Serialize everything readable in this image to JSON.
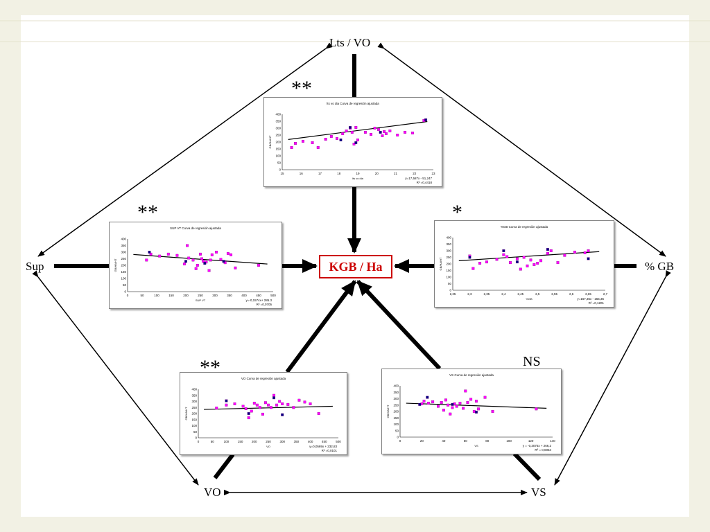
{
  "nodes": {
    "top": "Lts / VO",
    "left": "Sup",
    "right": "% GB",
    "bottom_left": "VO",
    "bottom_right": "VS",
    "center": "KGB / Ha"
  },
  "significance": {
    "top": "**",
    "left": "**",
    "right": "*",
    "bottom_left": "**",
    "bottom_right": "NS"
  },
  "colors": {
    "background": "#f2f1e4",
    "center_border": "#cc0000",
    "center_text": "#cc0000",
    "point_primary": "#ff00ff",
    "point_secondary": "#000080",
    "trend_line": "#000000"
  },
  "chart_data": [
    {
      "id": "lts-vo",
      "type": "scatter",
      "title": "lts vo dia Curva de regresión ajustada",
      "xlabel": "lts vo dia",
      "ylabel": "GB/HA/HT",
      "xlim": [
        15,
        23
      ],
      "ylim": [
        0,
        400
      ],
      "xticks": [
        "15",
        "16",
        "17",
        "18",
        "19",
        "20",
        "21",
        "22",
        "23"
      ],
      "yticks": [
        "0",
        "50",
        "100",
        "150",
        "200",
        "250",
        "300",
        "350",
        "400"
      ],
      "equation": "y=17,587x - 51,247",
      "r2": "R² =0,4418",
      "trend": {
        "slope": 17.587,
        "intercept": -51.247
      },
      "series": [
        {
          "values": [
            [
              15.5,
              160
            ],
            [
              15.7,
              190
            ],
            [
              16.1,
              205
            ],
            [
              16.6,
              195
            ],
            [
              16.9,
              160
            ],
            [
              17.3,
              220
            ],
            [
              17.6,
              240
            ],
            [
              17.9,
              225
            ],
            [
              18.2,
              260
            ],
            [
              18.4,
              280
            ],
            [
              18.6,
              300
            ],
            [
              18.7,
              270
            ],
            [
              18.8,
              185
            ],
            [
              18.9,
              305
            ],
            [
              19.0,
              215
            ],
            [
              19.4,
              270
            ],
            [
              19.7,
              255
            ],
            [
              19.9,
              300
            ],
            [
              20.1,
              290
            ],
            [
              20.3,
              245
            ],
            [
              20.4,
              275
            ],
            [
              20.5,
              260
            ],
            [
              20.7,
              280
            ],
            [
              21.1,
              250
            ],
            [
              21.5,
              270
            ],
            [
              21.9,
              265
            ],
            [
              22.5,
              355
            ]
          ]
        },
        {
          "values": [
            [
              18.1,
              215
            ],
            [
              18.6,
              305
            ],
            [
              18.9,
              195
            ],
            [
              20.2,
              270
            ],
            [
              22.6,
              360
            ]
          ]
        }
      ]
    },
    {
      "id": "sup",
      "type": "scatter",
      "title": "SUP VT Curva de regresión ajustada",
      "xlabel": "SUP VT",
      "ylabel": "GB/HA/HT",
      "xlim": [
        0,
        500
      ],
      "ylim": [
        0,
        400
      ],
      "xticks": [
        "0",
        "50",
        "100",
        "150",
        "200",
        "250",
        "300",
        "350",
        "400",
        "450",
        "500"
      ],
      "yticks": [
        "0",
        "50",
        "100",
        "150",
        "200",
        "250",
        "300",
        "350",
        "400"
      ],
      "equation": "y=-0,1574x+ 285.3",
      "r2": "R² =0,0705",
      "trend": {
        "slope": -0.1574,
        "intercept": 285.3
      },
      "series": [
        {
          "values": [
            [
              65,
              240
            ],
            [
              80,
              285
            ],
            [
              110,
              270
            ],
            [
              140,
              285
            ],
            [
              170,
              275
            ],
            [
              195,
              210
            ],
            [
              205,
              350
            ],
            [
              210,
              255
            ],
            [
              225,
              240
            ],
            [
              235,
              175
            ],
            [
              240,
              200
            ],
            [
              250,
              285
            ],
            [
              255,
              250
            ],
            [
              260,
              230
            ],
            [
              270,
              225
            ],
            [
              280,
              160
            ],
            [
              285,
              240
            ],
            [
              290,
              280
            ],
            [
              305,
              300
            ],
            [
              320,
              245
            ],
            [
              335,
              220
            ],
            [
              345,
              290
            ],
            [
              355,
              280
            ],
            [
              370,
              180
            ],
            [
              450,
              200
            ]
          ]
        },
        {
          "values": [
            [
              75,
              300
            ],
            [
              200,
              230
            ],
            [
              265,
              215
            ],
            [
              330,
              230
            ]
          ]
        }
      ]
    },
    {
      "id": "gb",
      "type": "scatter",
      "title": "%GB Curva de regresión ajustada",
      "xlabel": "%GB",
      "ylabel": "GB/HA/HT",
      "xlim": [
        2.25,
        2.7
      ],
      "ylim": [
        0,
        400
      ],
      "xticks": [
        "2,25",
        "2,3",
        "2,35",
        "2,4",
        "2,45",
        "2,5",
        "2,55",
        "2,6",
        "2,65",
        "2,7"
      ],
      "yticks": [
        "0",
        "50",
        "100",
        "150",
        "200",
        "250",
        "300",
        "350",
        "400"
      ],
      "equation": "y=167,35x - 155,35",
      "r2": "R² =0,1201",
      "trend": {
        "slope": 167.35,
        "intercept": -155.35
      },
      "series": [
        {
          "values": [
            [
              2.3,
              260
            ],
            [
              2.31,
              165
            ],
            [
              2.33,
              205
            ],
            [
              2.35,
              215
            ],
            [
              2.38,
              235
            ],
            [
              2.4,
              270
            ],
            [
              2.41,
              255
            ],
            [
              2.42,
              210
            ],
            [
              2.44,
              240
            ],
            [
              2.45,
              160
            ],
            [
              2.46,
              250
            ],
            [
              2.47,
              185
            ],
            [
              2.48,
              230
            ],
            [
              2.49,
              195
            ],
            [
              2.5,
              205
            ],
            [
              2.51,
              225
            ],
            [
              2.53,
              280
            ],
            [
              2.54,
              300
            ],
            [
              2.56,
              210
            ],
            [
              2.58,
              265
            ],
            [
              2.61,
              290
            ],
            [
              2.64,
              285
            ],
            [
              2.65,
              300
            ]
          ]
        },
        {
          "values": [
            [
              2.3,
              250
            ],
            [
              2.4,
              300
            ],
            [
              2.44,
              215
            ],
            [
              2.53,
              310
            ],
            [
              2.65,
              240
            ]
          ]
        }
      ]
    },
    {
      "id": "vo",
      "type": "scatter",
      "title": "VO Curva de regresión ajustada",
      "xlabel": "VO",
      "ylabel": "GB/HA/HT",
      "xlim": [
        0,
        500
      ],
      "ylim": [
        0,
        400
      ],
      "xticks": [
        "0",
        "50",
        "100",
        "150",
        "200",
        "250",
        "300",
        "350",
        "400",
        "450",
        "500"
      ],
      "yticks": [
        "0",
        "50",
        "100",
        "150",
        "200",
        "250",
        "300",
        "350",
        "400"
      ],
      "equation": "y=0,0569x + 232,83",
      "r2": "R² =0,0101",
      "trend": {
        "slope": 0.0569,
        "intercept": 232.83
      },
      "series": [
        {
          "values": [
            [
              65,
              245
            ],
            [
              100,
              270
            ],
            [
              130,
              280
            ],
            [
              160,
              260
            ],
            [
              170,
              240
            ],
            [
              180,
              165
            ],
            [
              190,
              220
            ],
            [
              200,
              285
            ],
            [
              210,
              270
            ],
            [
              220,
              250
            ],
            [
              230,
              195
            ],
            [
              240,
              290
            ],
            [
              250,
              270
            ],
            [
              260,
              250
            ],
            [
              270,
              350
            ],
            [
              280,
              270
            ],
            [
              290,
              300
            ],
            [
              300,
              280
            ],
            [
              320,
              275
            ],
            [
              340,
              250
            ],
            [
              360,
              310
            ],
            [
              380,
              295
            ],
            [
              400,
              280
            ],
            [
              430,
              200
            ]
          ]
        },
        {
          "values": [
            [
              100,
              305
            ],
            [
              180,
              200
            ],
            [
              270,
              330
            ],
            [
              300,
              190
            ]
          ]
        }
      ]
    },
    {
      "id": "vs",
      "type": "scatter",
      "title": "VS Curva de regresión ajustada",
      "xlabel": "VS",
      "ylabel": "GB/HA/HT",
      "xlim": [
        0,
        140
      ],
      "ylim": [
        0,
        400
      ],
      "xticks": [
        "0",
        "20",
        "40",
        "60",
        "80",
        "100",
        "120",
        "140"
      ],
      "yticks": [
        "0",
        "50",
        "100",
        "150",
        "200",
        "250",
        "300",
        "350",
        "400"
      ],
      "equation": "y = -0,3075x + 266,2",
      "r2": "R² = 0,0054",
      "trend": {
        "slope": -0.3075,
        "intercept": 266.2
      },
      "series": [
        {
          "values": [
            [
              20,
              260
            ],
            [
              22,
              280
            ],
            [
              26,
              265
            ],
            [
              30,
              275
            ],
            [
              35,
              240
            ],
            [
              38,
              270
            ],
            [
              40,
              210
            ],
            [
              42,
              290
            ],
            [
              44,
              250
            ],
            [
              46,
              180
            ],
            [
              48,
              230
            ],
            [
              50,
              260
            ],
            [
              52,
              240
            ],
            [
              55,
              265
            ],
            [
              58,
              225
            ],
            [
              60,
              360
            ],
            [
              62,
              270
            ],
            [
              65,
              295
            ],
            [
              68,
              200
            ],
            [
              70,
              280
            ],
            [
              72,
              220
            ],
            [
              78,
              310
            ],
            [
              85,
              200
            ],
            [
              125,
              220
            ]
          ]
        },
        {
          "values": [
            [
              18,
              255
            ],
            [
              25,
              310
            ],
            [
              48,
              255
            ],
            [
              70,
              195
            ]
          ]
        }
      ]
    }
  ]
}
